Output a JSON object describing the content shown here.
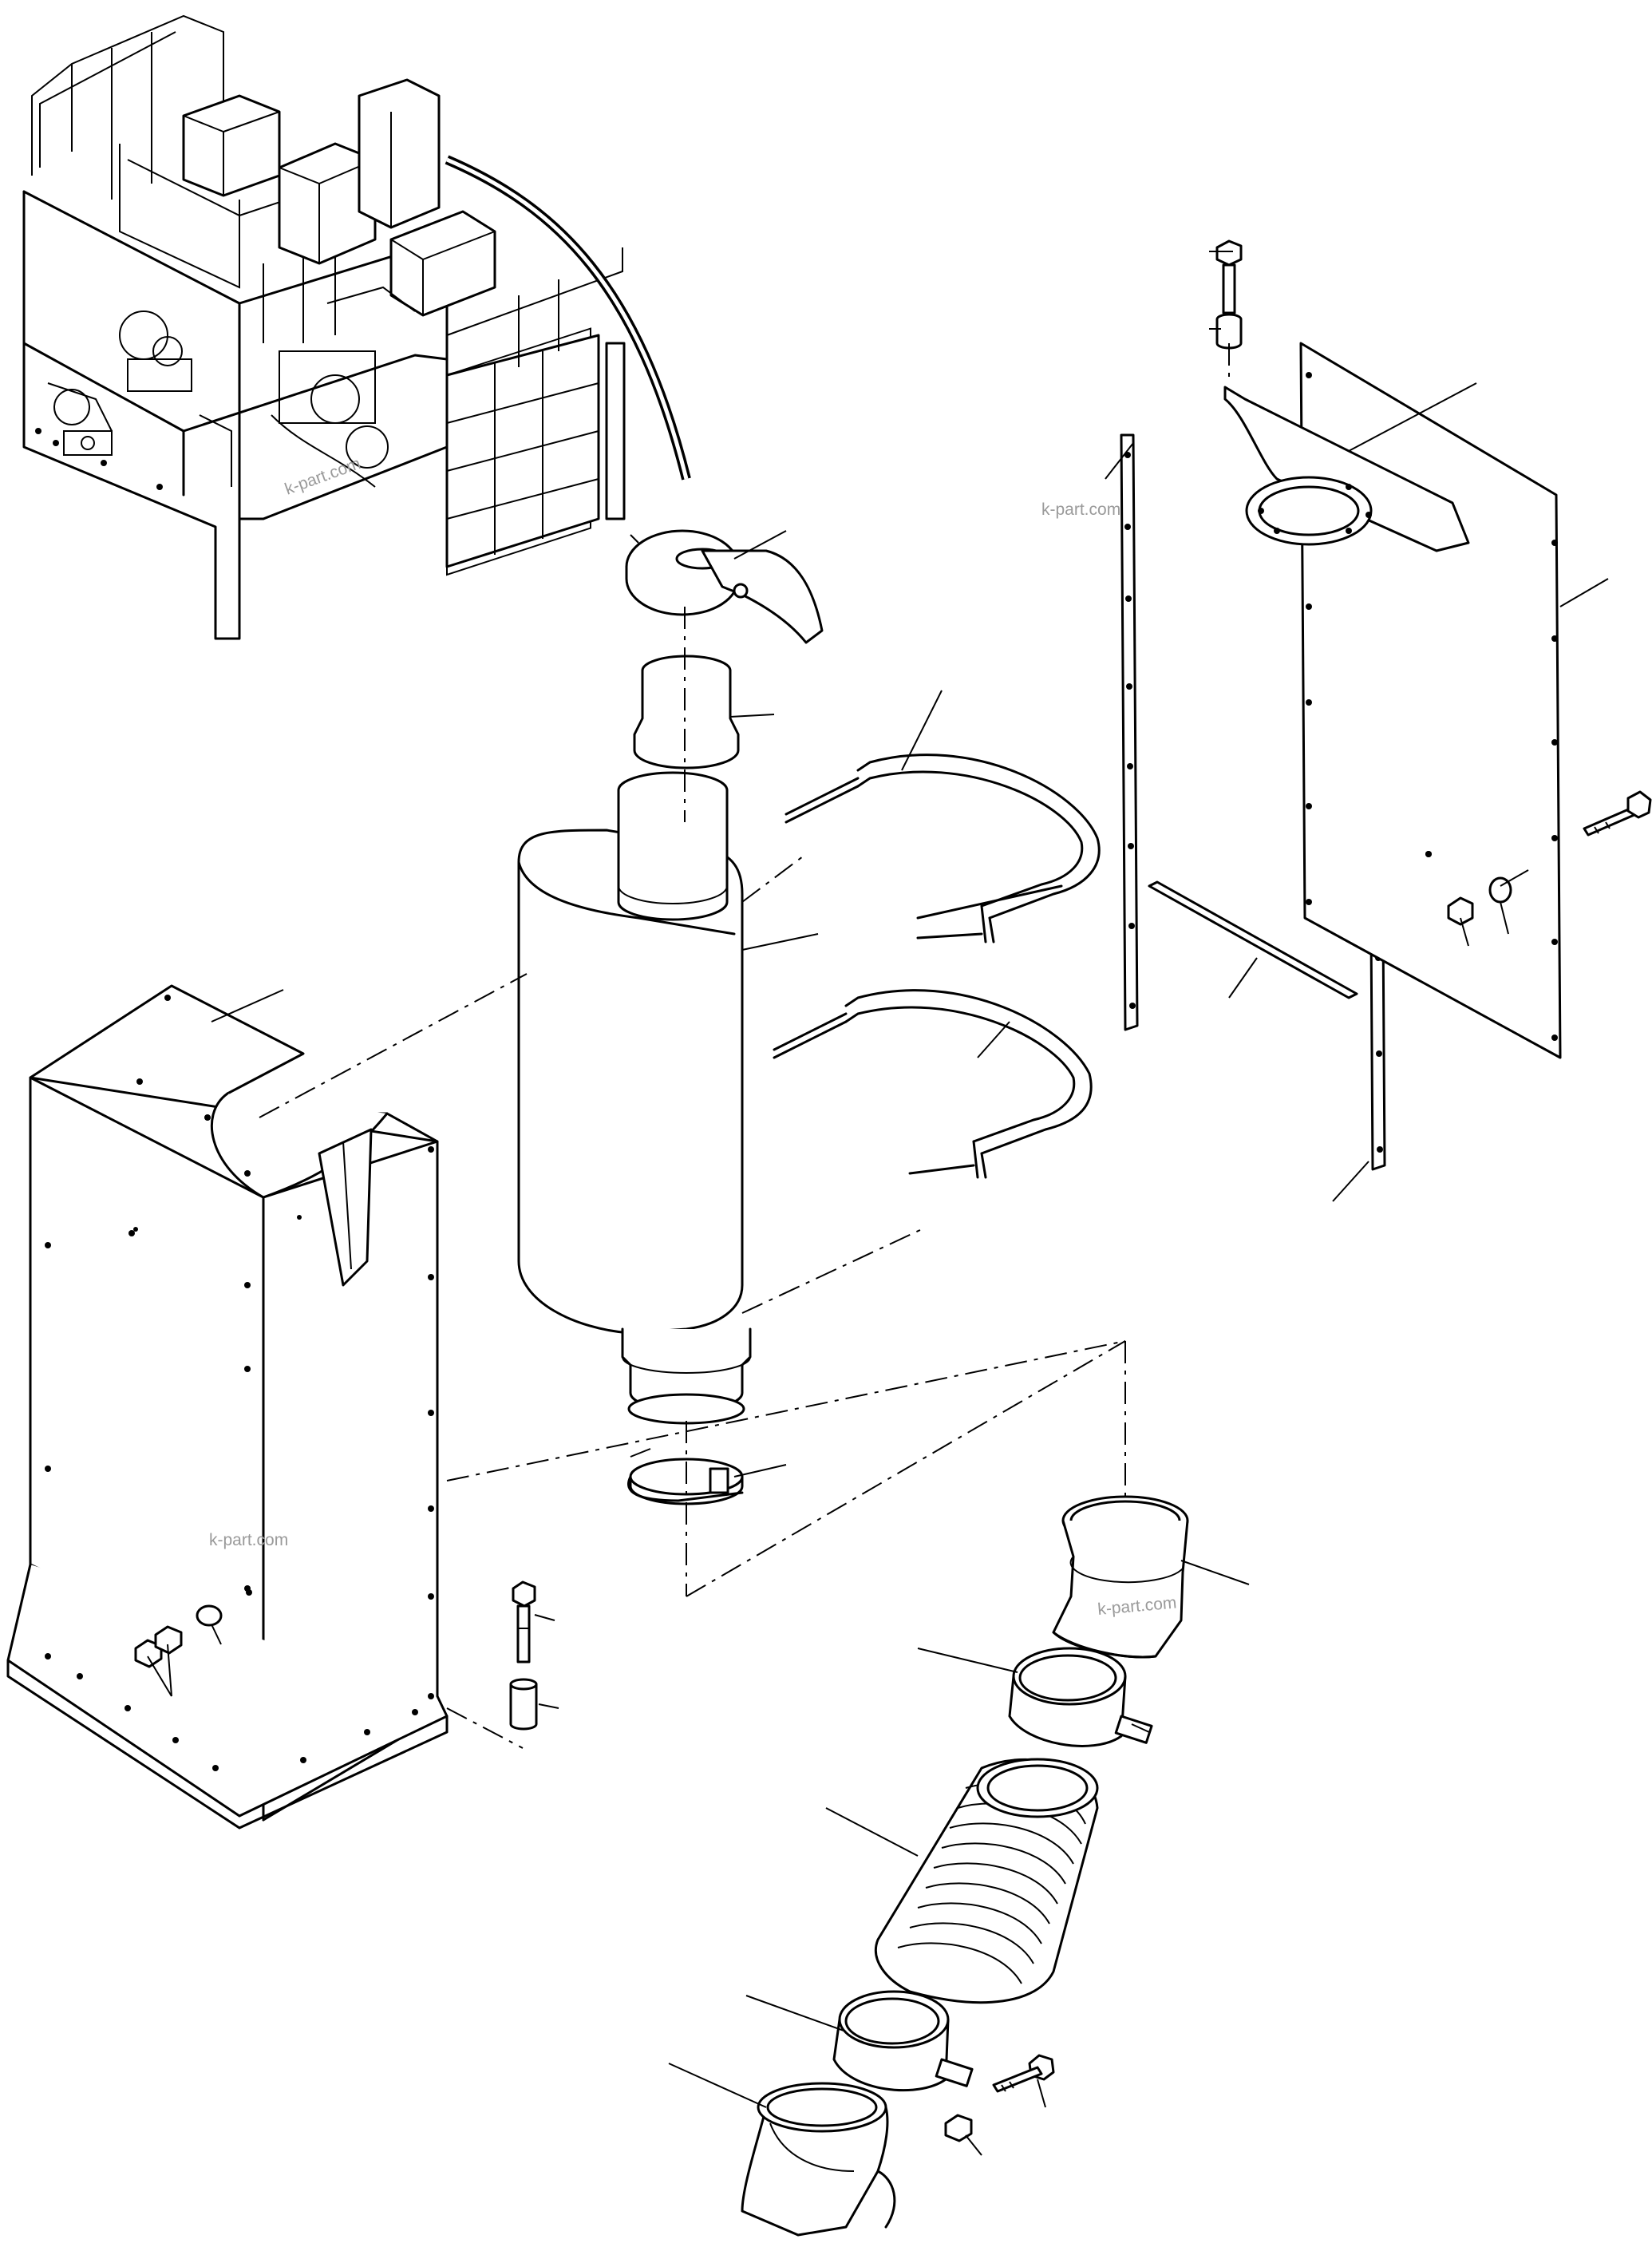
{
  "watermarks": [
    "k-part.com",
    "k-part.com",
    "k-part.com",
    "k-part.com"
  ],
  "components": {
    "machine_overview": "machine-overview-icon",
    "rain_cap": "rain-cap-icon",
    "tail_pipe": "tail-pipe-icon",
    "muffler": "muffler-icon",
    "upper_strap": "strap-icon",
    "lower_strap": "strap-icon",
    "mounting_stand": "stand-icon",
    "bracket_plate": "plate-icon",
    "flat_bars": "bar-icon",
    "clamp": "clamp-icon",
    "elbow_adapter": "elbow-icon",
    "hose_clamps": "hose-clamp-icon",
    "flexible_bellows": "bellows-icon",
    "outlet_elbow": "elbow-icon",
    "fasteners": "bolt-icon"
  }
}
